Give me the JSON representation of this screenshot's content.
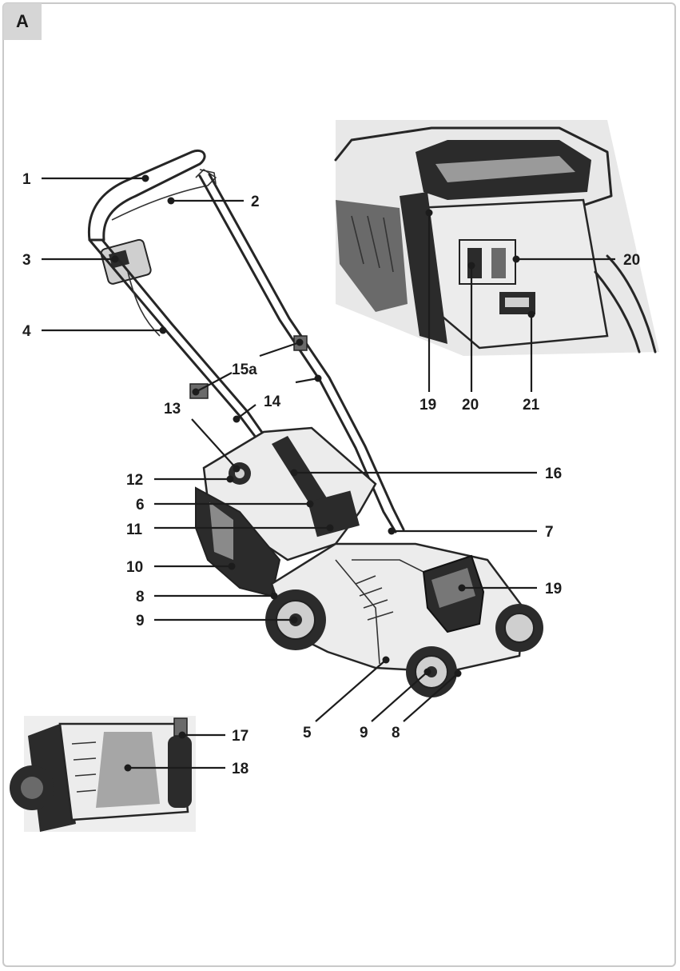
{
  "section": {
    "letter": "A"
  },
  "callouts": {
    "c1": "1",
    "c2": "2",
    "c3": "3",
    "c4": "4",
    "c5": "5",
    "c6": "6",
    "c7": "7",
    "c8a": "8",
    "c8b": "8",
    "c9a": "9",
    "c9b": "9",
    "c10": "10",
    "c11": "11",
    "c12": "12",
    "c13": "13",
    "c14": "14",
    "c15a": "15a",
    "c16": "16",
    "c17": "17",
    "c18": "18",
    "c19a": "19",
    "c19b": "19",
    "c20a": "20",
    "c20b": "20",
    "c21": "21"
  }
}
